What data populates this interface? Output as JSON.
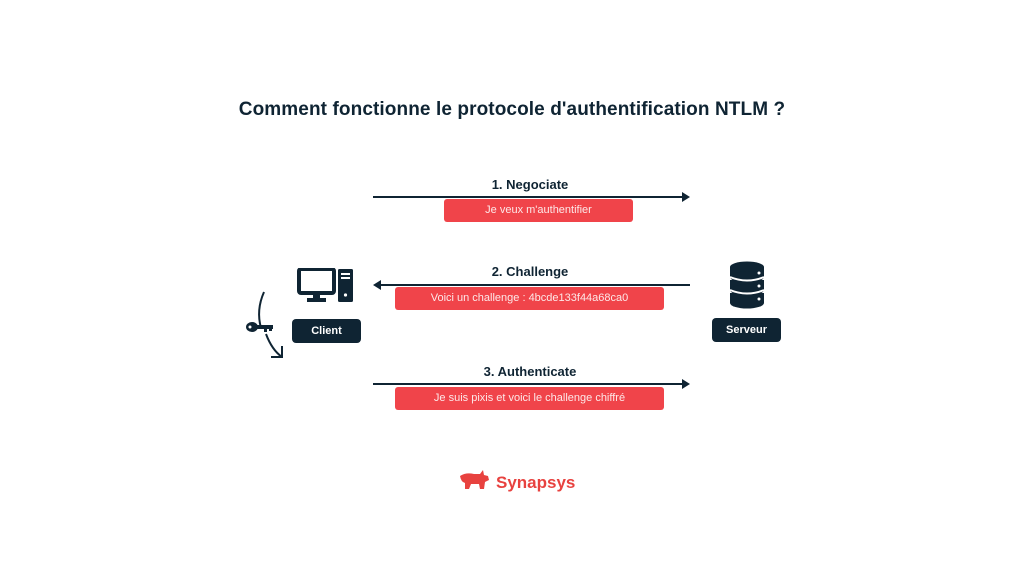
{
  "title": "Comment fonctionne le protocole d'authentification NTLM ?",
  "steps": [
    {
      "label": "1. Negociate",
      "message": "Je veux m'authentifier",
      "direction": "client-to-server"
    },
    {
      "label": "2. Challenge",
      "message": "Voici un challenge : 4bcde133f44a68ca0",
      "direction": "server-to-client"
    },
    {
      "label": "3. Authenticate",
      "message": "Je suis pixis et voici le challenge chiffré",
      "direction": "client-to-server"
    }
  ],
  "nodes": {
    "client": {
      "label": "Client",
      "icon": "desktop-computer-icon"
    },
    "server": {
      "label": "Serveur",
      "icon": "database-server-icon"
    }
  },
  "key_icon": "key-icon",
  "logo": {
    "text": "Synapsys",
    "icon": "rhino-icon"
  },
  "colors": {
    "dark": "#0f2433",
    "accent": "#f0444a",
    "logo": "#e8423f"
  }
}
